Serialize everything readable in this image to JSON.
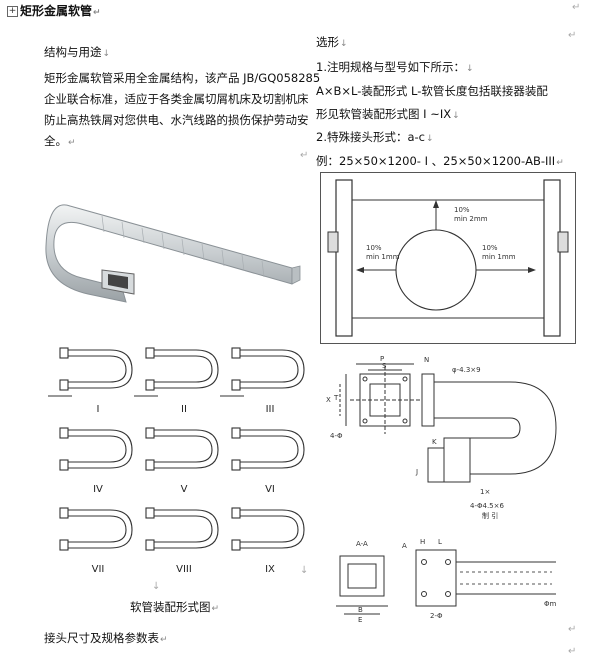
{
  "header": {
    "expand_glyph": "+",
    "title": "矩形金属软管"
  },
  "left": {
    "heading": "结构与用途",
    "para_lines": [
      "矩形金属软管采用全金属结构，该产品 JB/GQ058285",
      "企业联合标准，适应于各类金属切屑机床及切割机床",
      "防止高热铁屑对您供电、水汽线路的损伤保护劳动安",
      "全。"
    ],
    "roman": [
      "I",
      "II",
      "III",
      "IV",
      "V",
      "VI",
      "VII",
      "VIII",
      "IX"
    ],
    "caption": "软管装配形式图",
    "footer": "接头尺寸及规格参数表"
  },
  "right": {
    "heading": "选形",
    "line1": "1.注明规格与型号如下所示：",
    "line2": "A×B×L-装配形式 L-软管长度包括联接器装配",
    "line3": "形见软管装配形式图 I ~IX",
    "line4": "2.特殊接头形式：a-c",
    "line5": "例：25×50×1200- I 、25×50×1200-AB-III",
    "fig1": {
      "top": "10%\nmin 2mm",
      "left": "10%\nmin 1mm",
      "right": "10%\nmin 1mm"
    },
    "fig2_labels": [
      "P",
      "S",
      "N",
      "X",
      "T",
      "4-Φ",
      "φ-4.3×9",
      "K",
      "J",
      "1×",
      "4-Φ4.5×6",
      "制 引"
    ],
    "fig3_labels": [
      "A-A",
      "A",
      "H",
      "L",
      "B",
      "E",
      "2-Φ",
      "Φm"
    ]
  },
  "marks": {
    "para": "↵",
    "arrow": "↓"
  }
}
